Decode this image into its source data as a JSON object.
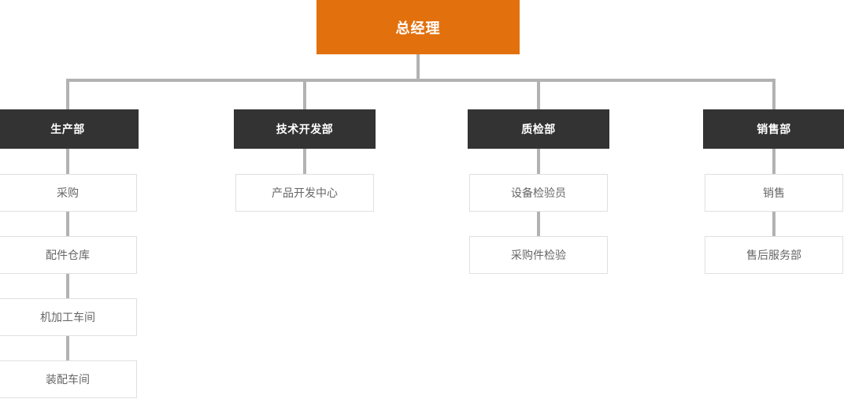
{
  "page": {
    "background": "#ffffff"
  },
  "chart": {
    "type": "org-chart",
    "root": {
      "label": "总经理"
    },
    "columns": [
      {
        "dept": "生产部",
        "children": [
          "采购",
          "配件仓库",
          "机加工车间",
          "装配车间"
        ]
      },
      {
        "dept": "技术开发部",
        "children": [
          "产品开发中心"
        ]
      },
      {
        "dept": "质检部",
        "children": [
          "设备检验员",
          "采购件检验"
        ]
      },
      {
        "dept": "销售部",
        "children": [
          "销售",
          "售后服务部"
        ]
      }
    ]
  },
  "colors": {
    "root_bg": "#e2700d",
    "root_text": "#ffffff",
    "dept_bg": "#333333",
    "dept_text": "#ffffff",
    "child_border": "#e0e0e0",
    "child_text": "#666666",
    "connector": "#b2b2b2"
  }
}
